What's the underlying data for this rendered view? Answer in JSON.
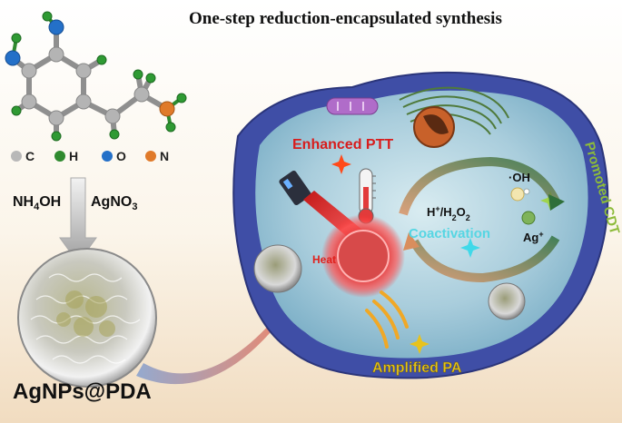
{
  "title": "One-step reduction-encapsulated synthesis",
  "legend": [
    {
      "label": "C",
      "color": "#b8b8b8"
    },
    {
      "label": "H",
      "color": "#2f8a2f"
    },
    {
      "label": "O",
      "color": "#2470c8"
    },
    {
      "label": "N",
      "color": "#e07a2a"
    }
  ],
  "reagents": {
    "left_base": "NH",
    "left_sub": "4",
    "left_end": "OH",
    "right_base": "AgNO",
    "right_sub": "3"
  },
  "product_label": "AgNPs@PDA",
  "cell": {
    "enhanced_ptt": "Enhanced PTT",
    "promoted_cdt": "Promoted CDT",
    "amplified_pa": "Amplified PA",
    "heat": "Heat",
    "coactivation": "Coactivation",
    "h_plus": "H",
    "h2o2": "/H",
    "h2o2_sub": "2",
    "h2o2_o": "O",
    "oh_radical": "·OH",
    "ag_ion": "Ag"
  },
  "colors": {
    "cell_membrane": "#3f4ea6",
    "cell_interior": "#9cc3d6",
    "ptt_text": "#d81c1c",
    "cdt_text": "#8dbb3a",
    "pa_text": "#e3c21c",
    "coactivation_text": "#56d6e3"
  }
}
